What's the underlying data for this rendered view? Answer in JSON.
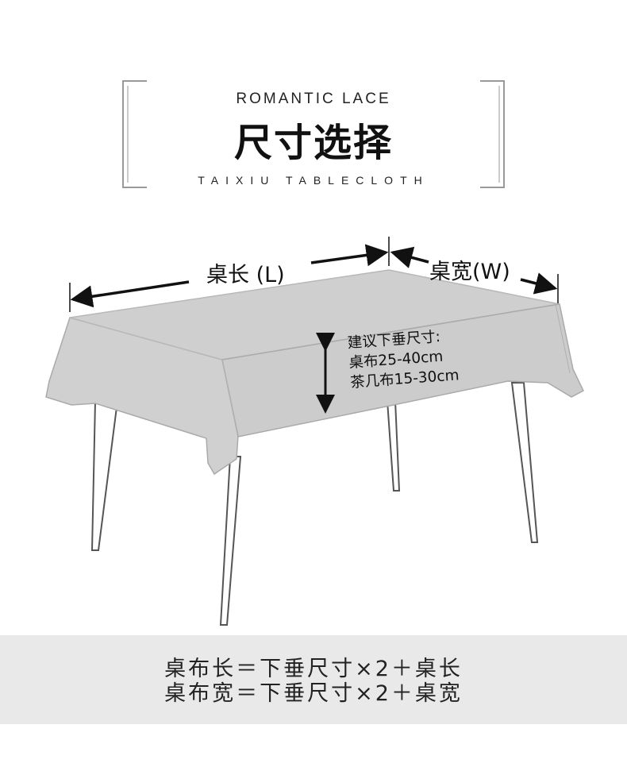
{
  "header": {
    "subtitle_top": "ROMANTIC LACE",
    "title": "尺寸选择",
    "subtitle_bottom": "TAIXIU TABLECLOTH"
  },
  "diagram": {
    "length_label": "桌长 (L)",
    "width_label": "桌宽(W)",
    "drop_note": {
      "heading": "建议下垂尺寸:",
      "line1": "桌布25-40cm",
      "line2": "茶几布15-30cm"
    }
  },
  "formulas": {
    "line1": "桌布长＝下垂尺寸×2＋桌长",
    "line2": "桌布宽＝下垂尺寸×2＋桌宽"
  },
  "colors": {
    "cloth": "#cfcfcf",
    "cloth_edge": "#bdbdbd",
    "band": "#e9e9e9",
    "ink": "#111111"
  }
}
